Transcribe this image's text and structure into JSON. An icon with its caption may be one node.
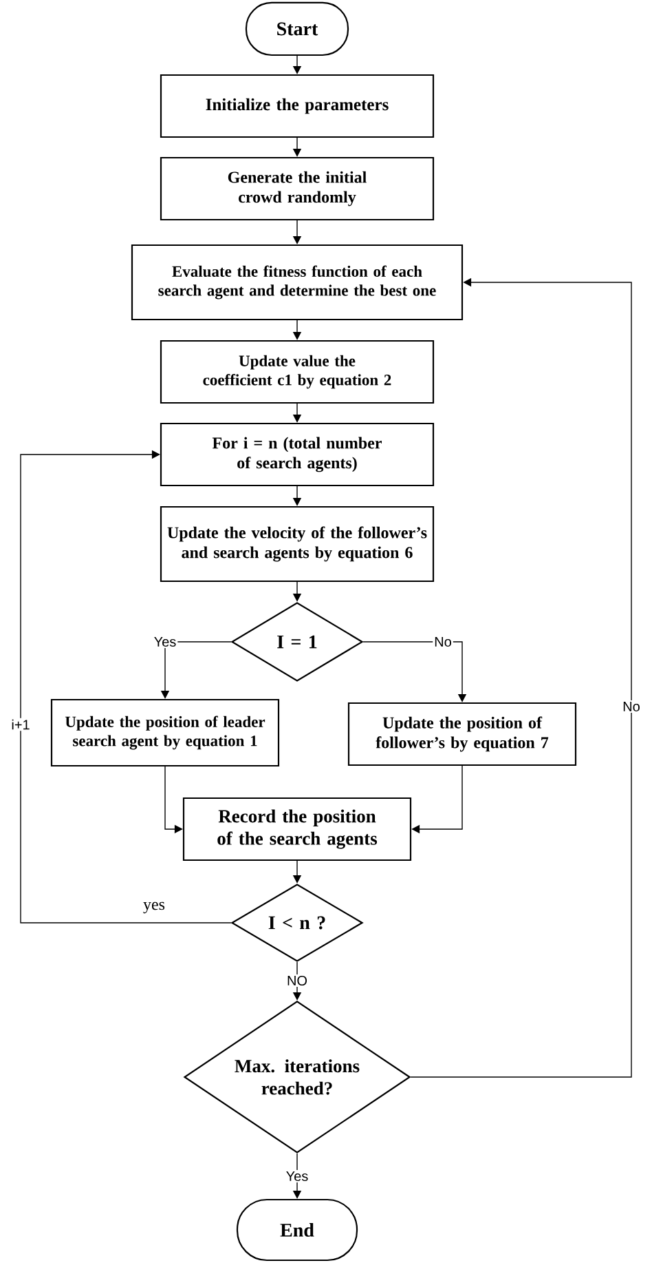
{
  "diagram": {
    "nodes": [
      {
        "text": [
          "Start"
        ]
      },
      {
        "text": [
          "Initialize the parameters"
        ]
      },
      {
        "text": [
          "Generate the initial crowd randomly"
        ]
      },
      {
        "text": [
          "Evaluate the fitness function of each search agent and determine the best one"
        ]
      },
      {
        "text": [
          "Update value the coefficient c1 by equation 2"
        ]
      },
      {
        "text": [
          "For i = n (total number of search agents)"
        ]
      },
      {
        "text": [
          "Update the velocity of the follower’s and search agents by equation 6"
        ]
      },
      {
        "text": [
          "I = 1"
        ]
      },
      {
        "text": [
          "Update the position of leader search agent by equation 1"
        ]
      },
      {
        "text": [
          "Update the position of follower’s by equation 7"
        ]
      },
      {
        "text": [
          "Record the position of the search agents"
        ]
      },
      {
        "text": [
          "I < n ?"
        ]
      },
      {
        "text": [
          "Max. iterations reached?"
        ]
      },
      {
        "text": [
          "End"
        ]
      }
    ],
    "edges": [
      {
        "from": 0,
        "to": 1,
        "arrow": "to"
      },
      {
        "from": 1,
        "to": 2,
        "arrow": "to"
      },
      {
        "from": 2,
        "to": 3,
        "arrow": "to"
      },
      {
        "from": 3,
        "to": 4,
        "arrow": "to"
      },
      {
        "from": 4,
        "to": 5,
        "arrow": "to"
      },
      {
        "from": 5,
        "to": 6,
        "arrow": "to"
      },
      {
        "from": 6,
        "to": 7,
        "arrow": "to"
      },
      {
        "from": 7,
        "to": 8,
        "arrow": "to",
        "label": "Yes"
      },
      {
        "from": 7,
        "to": 9,
        "arrow": "to",
        "label": "No"
      },
      {
        "from": 8,
        "to": 10,
        "arrow": "to"
      },
      {
        "from": 9,
        "to": 10,
        "arrow": "to"
      },
      {
        "from": 10,
        "to": 11,
        "arrow": "to"
      },
      {
        "from": 11,
        "to": 5,
        "arrow": "to",
        "label": "yes"
      },
      {
        "from": 11,
        "to": 12,
        "arrow": "to",
        "label": "NO"
      },
      {
        "from": 12,
        "to": 3,
        "arrow": "to",
        "label": "No"
      },
      {
        "from": 12,
        "to": 13,
        "arrow": "to",
        "label": "Yes"
      }
    ],
    "labels": [
      "i+1"
    ]
  }
}
